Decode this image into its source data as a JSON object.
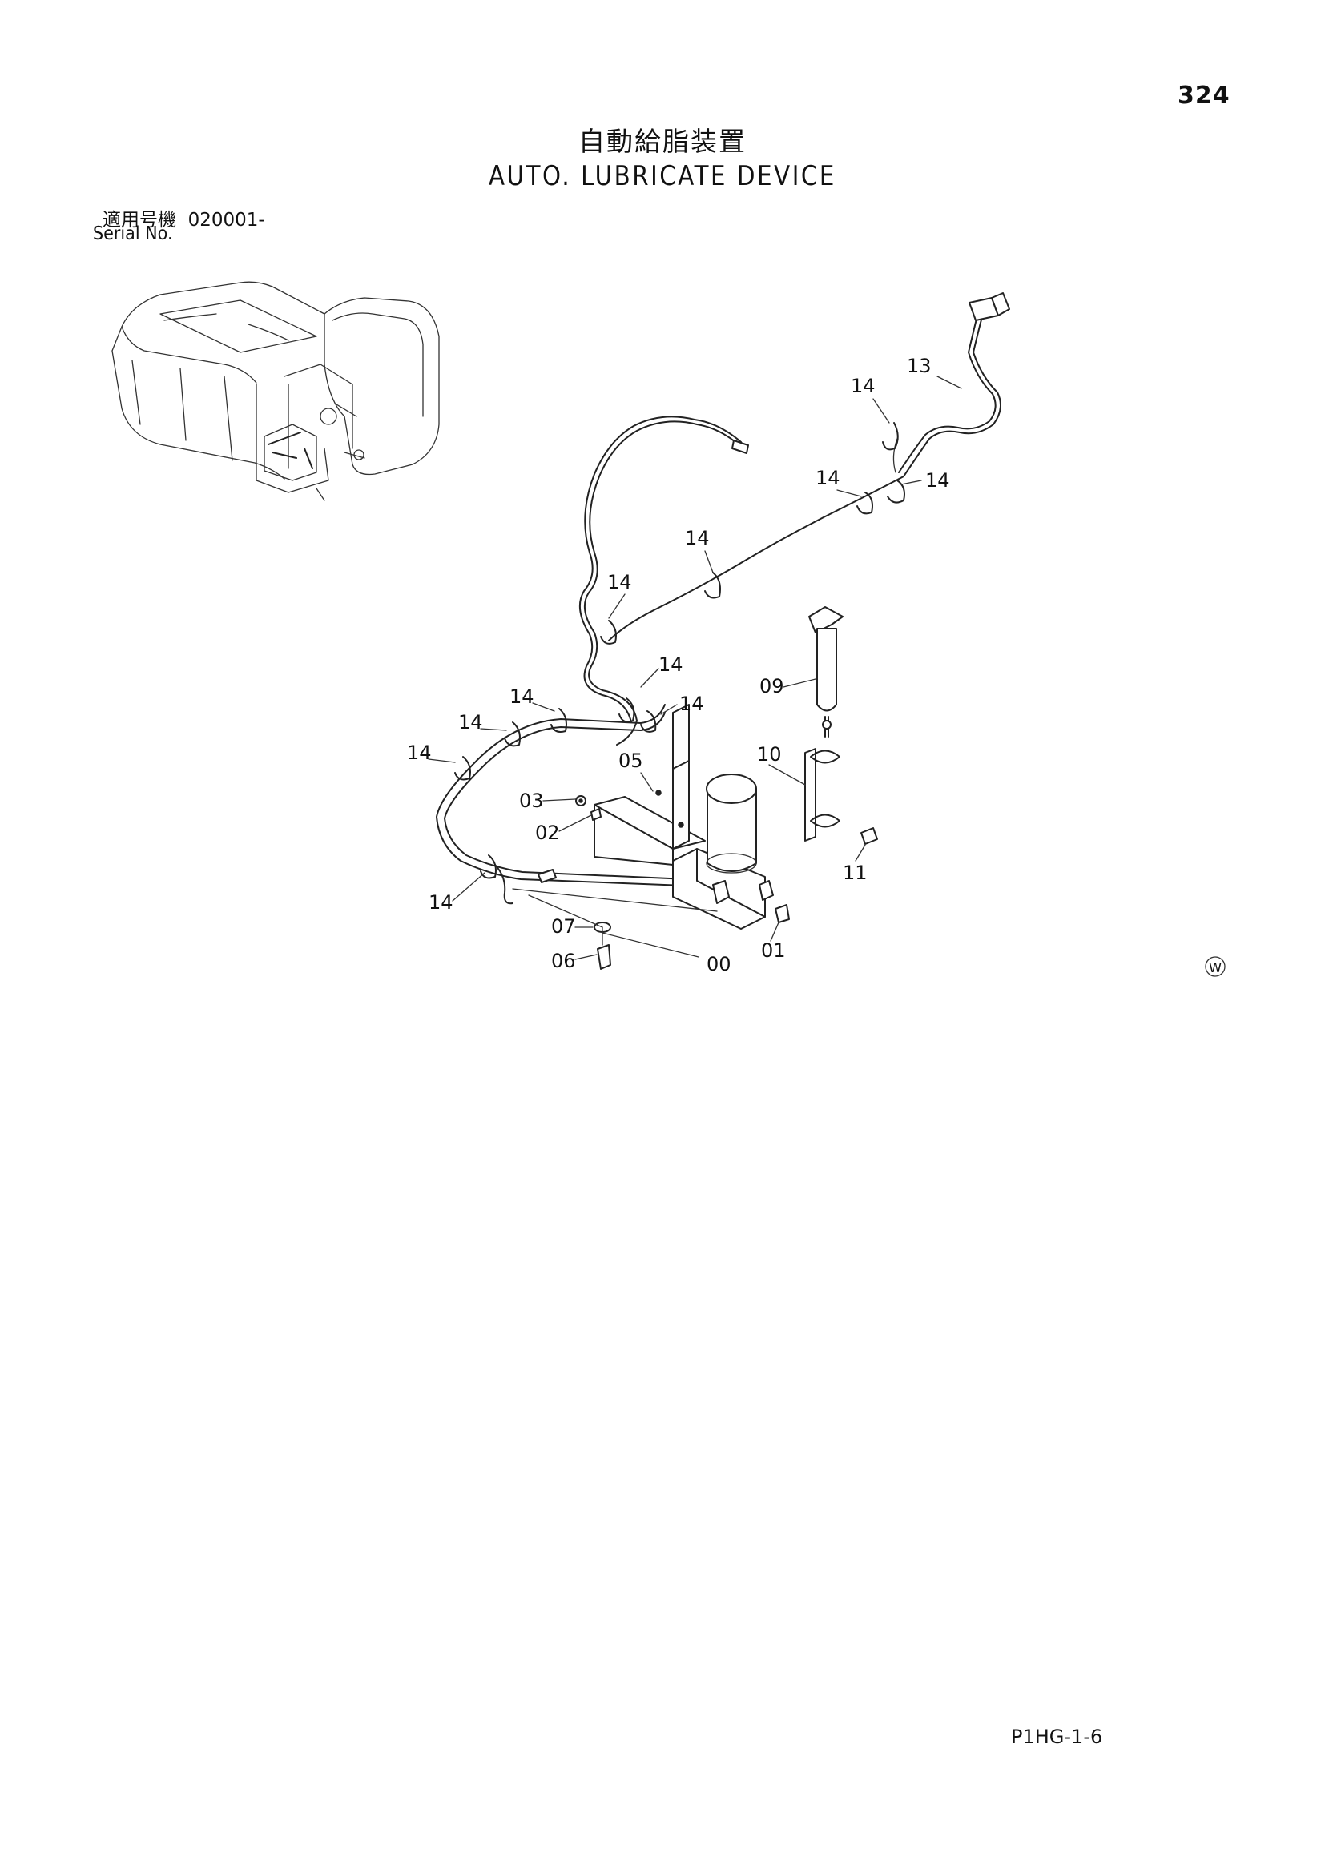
{
  "page_number": "324",
  "title_ja": "自動給脂装置",
  "title_en": "AUTO. LUBRICATE DEVICE",
  "serial": {
    "label_ja": "適用号機",
    "value": "020001-",
    "label_en": "Serial No."
  },
  "callouts": {
    "c00": "00",
    "c01": "01",
    "c02": "02",
    "c03": "03",
    "c05": "05",
    "c06": "06",
    "c07": "07",
    "c09": "09",
    "c10": "10",
    "c11": "11",
    "c13": "13",
    "c14": "14"
  },
  "symbol": "W",
  "footer_code": "P1HG-1-6"
}
